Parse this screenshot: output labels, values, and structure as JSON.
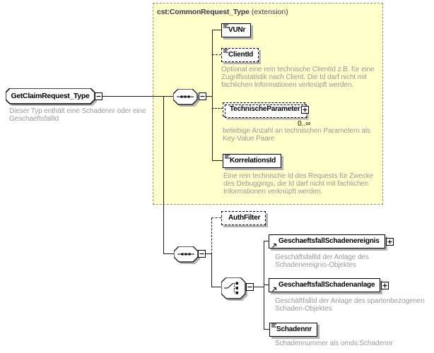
{
  "header": {
    "base_type": "cst:CommonRequest_Type",
    "suffix": "(extension)"
  },
  "root": {
    "name": "GetClaimRequest_Type",
    "annotation": [
      "Dieser Typ enthält eine Schadennr oder eine",
      "GeschaeftsfallId"
    ]
  },
  "elements": {
    "vunr": {
      "name": "VUNr"
    },
    "client_id": {
      "name": "ClientId",
      "annotation": [
        "Optional eine rein technische ClientId z.B. für eine",
        "Zugriffsstatistik nach Client. Die Id darf nicht mit",
        "fachlichen Informationen verknüpft werden."
      ]
    },
    "technische_parameter": {
      "name": "TechnischeParameter",
      "multiplicity": "0..∞",
      "annotation": [
        "beliebige Anzahl an technischen Parametern als",
        "Key-Value Paare"
      ]
    },
    "korrelations_id": {
      "name": "KorrelationsId",
      "annotation": [
        "Eine rein technische Id des Requests für Zwecke",
        "des Debuggings, die Id darf nicht mit fachlichen",
        "Informationen verknüpft werden."
      ]
    },
    "auth_filter": {
      "name": "AuthFilter"
    },
    "geschaeftsfall_schadenereignis": {
      "name": "GeschaeftsfallSchadenereignis",
      "annotation": [
        "GeschäftsfallId der Anlage des",
        "Schadenereignis-Objektes"
      ]
    },
    "geschaeftsfall_schadenanlage": {
      "name": "GeschaeftsfallSchadenanlage",
      "annotation": [
        "GeschäftfallId der Anlage des spartenbezogenen",
        "Schaden-Objektes"
      ]
    },
    "schadennr": {
      "name": "Schadennr",
      "annotation": [
        "Schadennummer als omds:Schadennr"
      ]
    }
  },
  "icons": {
    "sequence": "sequence-compositor-icon",
    "choice": "choice-compositor-icon",
    "collapse": "minus-icon",
    "expand": "plus-icon",
    "annotation_marker": "annotation-lines-icon",
    "reference": "arrow-ne-icon"
  },
  "colors": {
    "extension_background": "#ffffcc",
    "annotation_text": "#9a9a96",
    "box_shadow": "#b4b4b4",
    "line": "#1c1c1c",
    "header_text": "#3b3b52"
  }
}
